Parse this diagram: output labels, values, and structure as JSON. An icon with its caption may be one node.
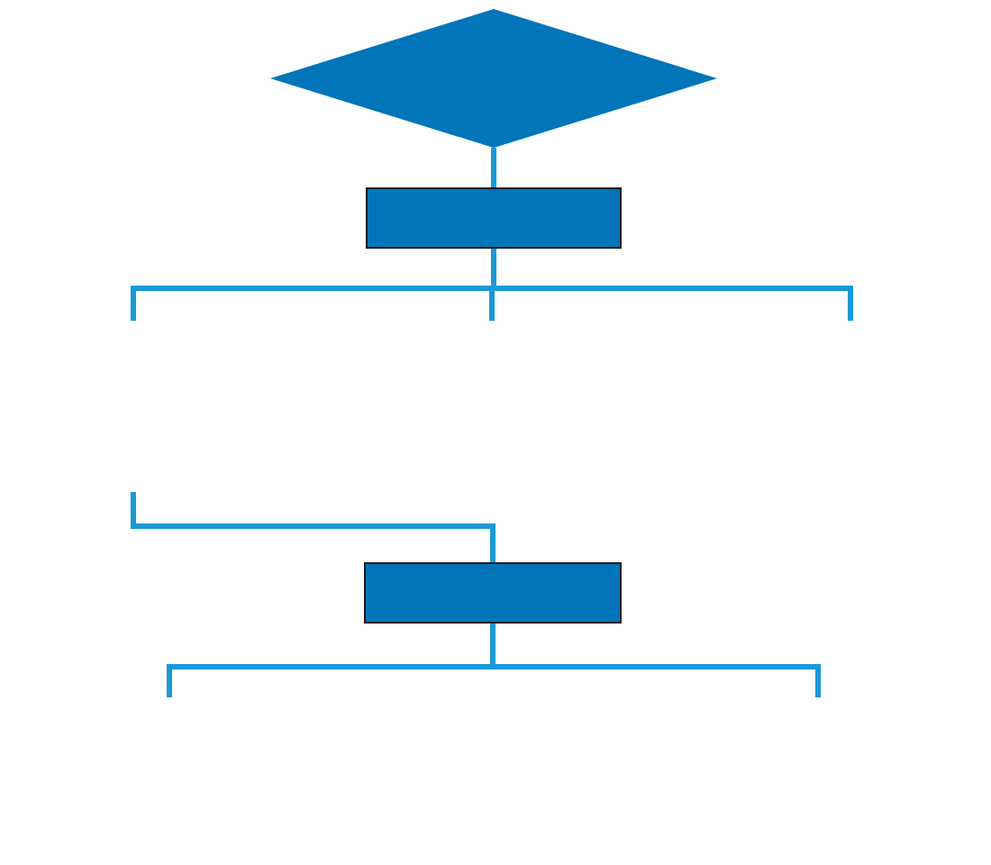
{
  "diagram": {
    "nodes": [
      {
        "text": [],
        "shape": "diamond"
      },
      {
        "text": [],
        "shape": "box"
      },
      {
        "text": [],
        "shape": "box"
      }
    ],
    "edges": [
      {
        "from": 0,
        "to": 1,
        "arrow": "none"
      },
      {
        "from": 1,
        "to": null,
        "arrow": "none"
      },
      {
        "from": 1,
        "to": null,
        "arrow": "none"
      },
      {
        "from": 1,
        "to": null,
        "arrow": "none"
      },
      {
        "from": null,
        "to": 2,
        "arrow": "none"
      },
      {
        "from": 2,
        "to": null,
        "arrow": "none"
      },
      {
        "from": 2,
        "to": null,
        "arrow": "none"
      }
    ]
  }
}
